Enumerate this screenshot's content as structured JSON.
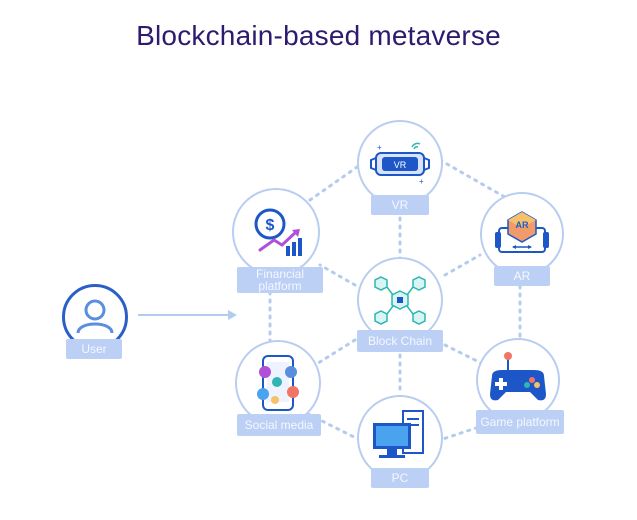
{
  "title": "Blockchain-based metaverse",
  "colors": {
    "title": "#2e1a6e",
    "ring": "#b9cdf0",
    "label_fill": "#bcd0f5",
    "connector": "#b3ccee",
    "icon_blue": "#1d57c7",
    "icon_teal": "#2fb5b3",
    "icon_purple": "#b14fd9"
  },
  "nodes": {
    "user": {
      "label": "User",
      "icon": "user-icon"
    },
    "vr": {
      "label": "VR",
      "icon": "vr-headset-icon"
    },
    "ar": {
      "label": "AR",
      "icon": "ar-device-icon"
    },
    "financial": {
      "label": "Financial platform",
      "icon": "dollar-chart-icon"
    },
    "blockchain": {
      "label": "Block Chain",
      "icon": "blockchain-cubes-icon"
    },
    "social": {
      "label": "Social media",
      "icon": "phone-social-icon"
    },
    "game": {
      "label": "Game platform",
      "icon": "gamepad-icon"
    },
    "pc": {
      "label": "PC",
      "icon": "desktop-computer-icon"
    }
  }
}
